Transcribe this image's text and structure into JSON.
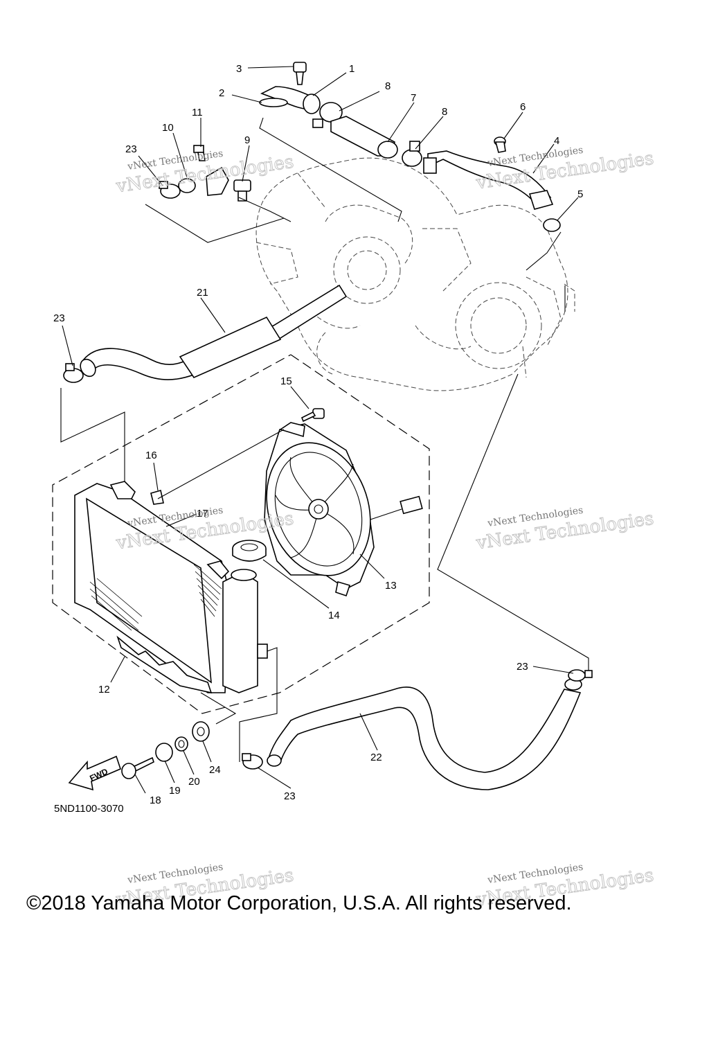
{
  "diagram": {
    "drawing_code": "5ND1100-3070",
    "fwd_label": "FWD",
    "copyright": "©2018 Yamaha Motor Corporation, U.S.A. All rights reserved.",
    "callouts": [
      "1",
      "2",
      "3",
      "4",
      "5",
      "6",
      "7",
      "8",
      "8",
      "9",
      "10",
      "11",
      "23",
      "21",
      "23",
      "15",
      "16",
      "17",
      "13",
      "14",
      "12",
      "23",
      "22",
      "18",
      "19",
      "20",
      "24",
      "23"
    ],
    "watermark": {
      "line1": "vNext Technologies",
      "line2": "vNext Technologies"
    }
  }
}
